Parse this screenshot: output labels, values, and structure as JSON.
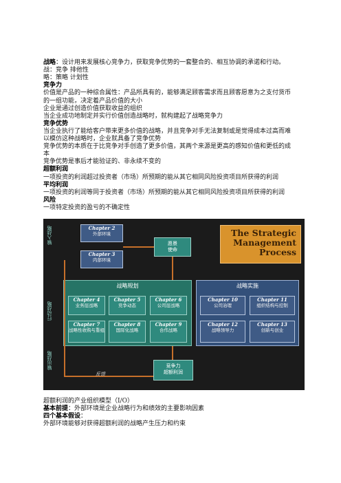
{
  "lines": [
    {
      "bold": "战略",
      "text": "：设计用来发展核心竞争力，获取竞争优势的一套整合的、相互协调的承诺和行动。"
    },
    {
      "bold": "",
      "text": "战：竞争 排他性"
    },
    {
      "bold": "",
      "text": "略：策略 计划性"
    },
    {
      "bold": "竞争力",
      "text": ""
    },
    {
      "bold": "",
      "text": "价值是产品的一种综合属性：产品所具有的，能够满足顾客需求而且顾客愿意为之支付货币"
    },
    {
      "bold": "",
      "text": "的一组功能，决定着产品价值的大小"
    },
    {
      "bold": "",
      "text": "企业是通过创造价值获取收益的组织"
    },
    {
      "bold": "",
      "text": "当企业成功地制定并实行价值创造战略时，就构建起了战略竞争力"
    },
    {
      "bold": "竞争优势",
      "text": ""
    },
    {
      "bold": "",
      "text": "当企业执行了能给客户带来更多价值的战略，并且竞争对手无法复制或是觉得成本过高而难"
    },
    {
      "bold": "",
      "text": "以模仿这种战略时，企业就具备了竞争优势"
    },
    {
      "bold": "",
      "text": "竞争优势的本质在于比竞争对手创造了更多价值，其两个来源是更高的感知价值和更低的成"
    },
    {
      "bold": "",
      "text": "本"
    },
    {
      "bold": "",
      "text": "竞争优势是事后才能验证的、非永续不变的"
    },
    {
      "bold": "超额利润",
      "text": ""
    },
    {
      "bold": "",
      "text": "一项投资的利润超过投资者（市场）所预期的能从其它相同风险投资项目所获得的利润"
    },
    {
      "bold": "平均利润",
      "text": ""
    },
    {
      "bold": "",
      "text": "一项投资的利润等同于投资者（市场）所预期的能从其它相同风险投资项目所获得的利润"
    },
    {
      "bold": "风险",
      "text": ""
    },
    {
      "bold": "",
      "text": "一项特定投资的盈亏的不确定性"
    }
  ],
  "diagram": {
    "title": [
      "The Strategic",
      "Management",
      "Process"
    ],
    "ch2": {
      "chap": "Chapter 2",
      "sub": "外部环境"
    },
    "ch3": {
      "chap": "Chapter 3",
      "sub": "内部环境"
    },
    "vision": {
      "l1": "愿景",
      "l2": "使命"
    },
    "left_top": "输入战略",
    "left_mid": "行动战略",
    "left_bot": "输出战略",
    "plan_title": "战略规划",
    "impl_title": "战略实施",
    "ch4": {
      "chap": "Chapter 4",
      "sub": "业务层战略"
    },
    "ch5": {
      "chap": "Chapter 5",
      "sub": "竞争动态"
    },
    "ch6": {
      "chap": "Chapter 6",
      "sub": "公司层战略"
    },
    "ch7": {
      "chap": "Chapter 7",
      "sub": "战略性收购与重组"
    },
    "ch8": {
      "chap": "Chapter 8",
      "sub": "国际化战略"
    },
    "ch9": {
      "chap": "Chapter 9",
      "sub": "合作战略"
    },
    "ch10": {
      "chap": "Chapter 10",
      "sub": "公司治理"
    },
    "ch11": {
      "chap": "Chapter 11",
      "sub": "组织结构与控制"
    },
    "ch12": {
      "chap": "Chapter 12",
      "sub": "战略领导力"
    },
    "ch13": {
      "chap": "Chapter 13",
      "sub": "创新与创业"
    },
    "feedback": "反馈",
    "outcome": {
      "l1": "竞争力",
      "l2": "超额利润"
    }
  },
  "after": [
    {
      "bold": "",
      "text": "超额利润的产业组织模型（I/O）"
    },
    {
      "bold": "基本前提",
      "text": "：外部环境是企业战略行为和绩效的主要影响因素"
    },
    {
      "bold": "四个基本假设",
      "text": "："
    },
    {
      "bold": "",
      "text": "外部环境能够对获得超额利润的战略产生压力和约束"
    }
  ]
}
